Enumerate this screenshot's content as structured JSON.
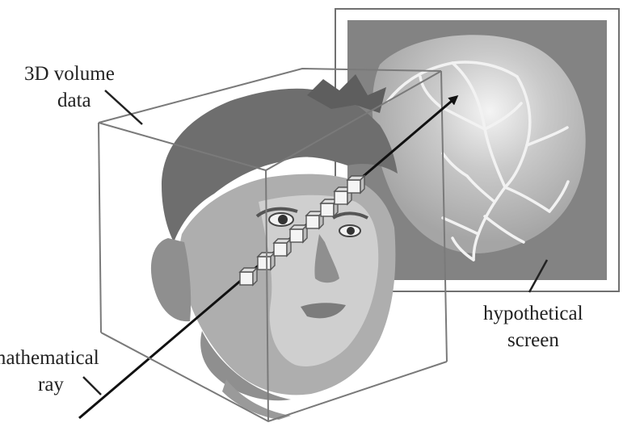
{
  "labels": {
    "volume_line1": "3D volume",
    "volume_line2": "data",
    "screen_line1": "hypothetical",
    "screen_line2": "screen",
    "ray_line1": "mathematical",
    "ray_line2": "ray"
  },
  "colors": {
    "background": "#ffffff",
    "cube_edge": "#7a7a7a",
    "screen_frame": "#707070",
    "screen_fill": "#838383",
    "screen_glow": "#c9c9c9",
    "vessels": "#f2f2f2",
    "hair": "#6e6e6e",
    "skin_dark": "#8f8f8f",
    "skin_mid": "#aeaeae",
    "skin_light": "#cfcfcf",
    "ray": "#111111",
    "text": "#222222"
  }
}
